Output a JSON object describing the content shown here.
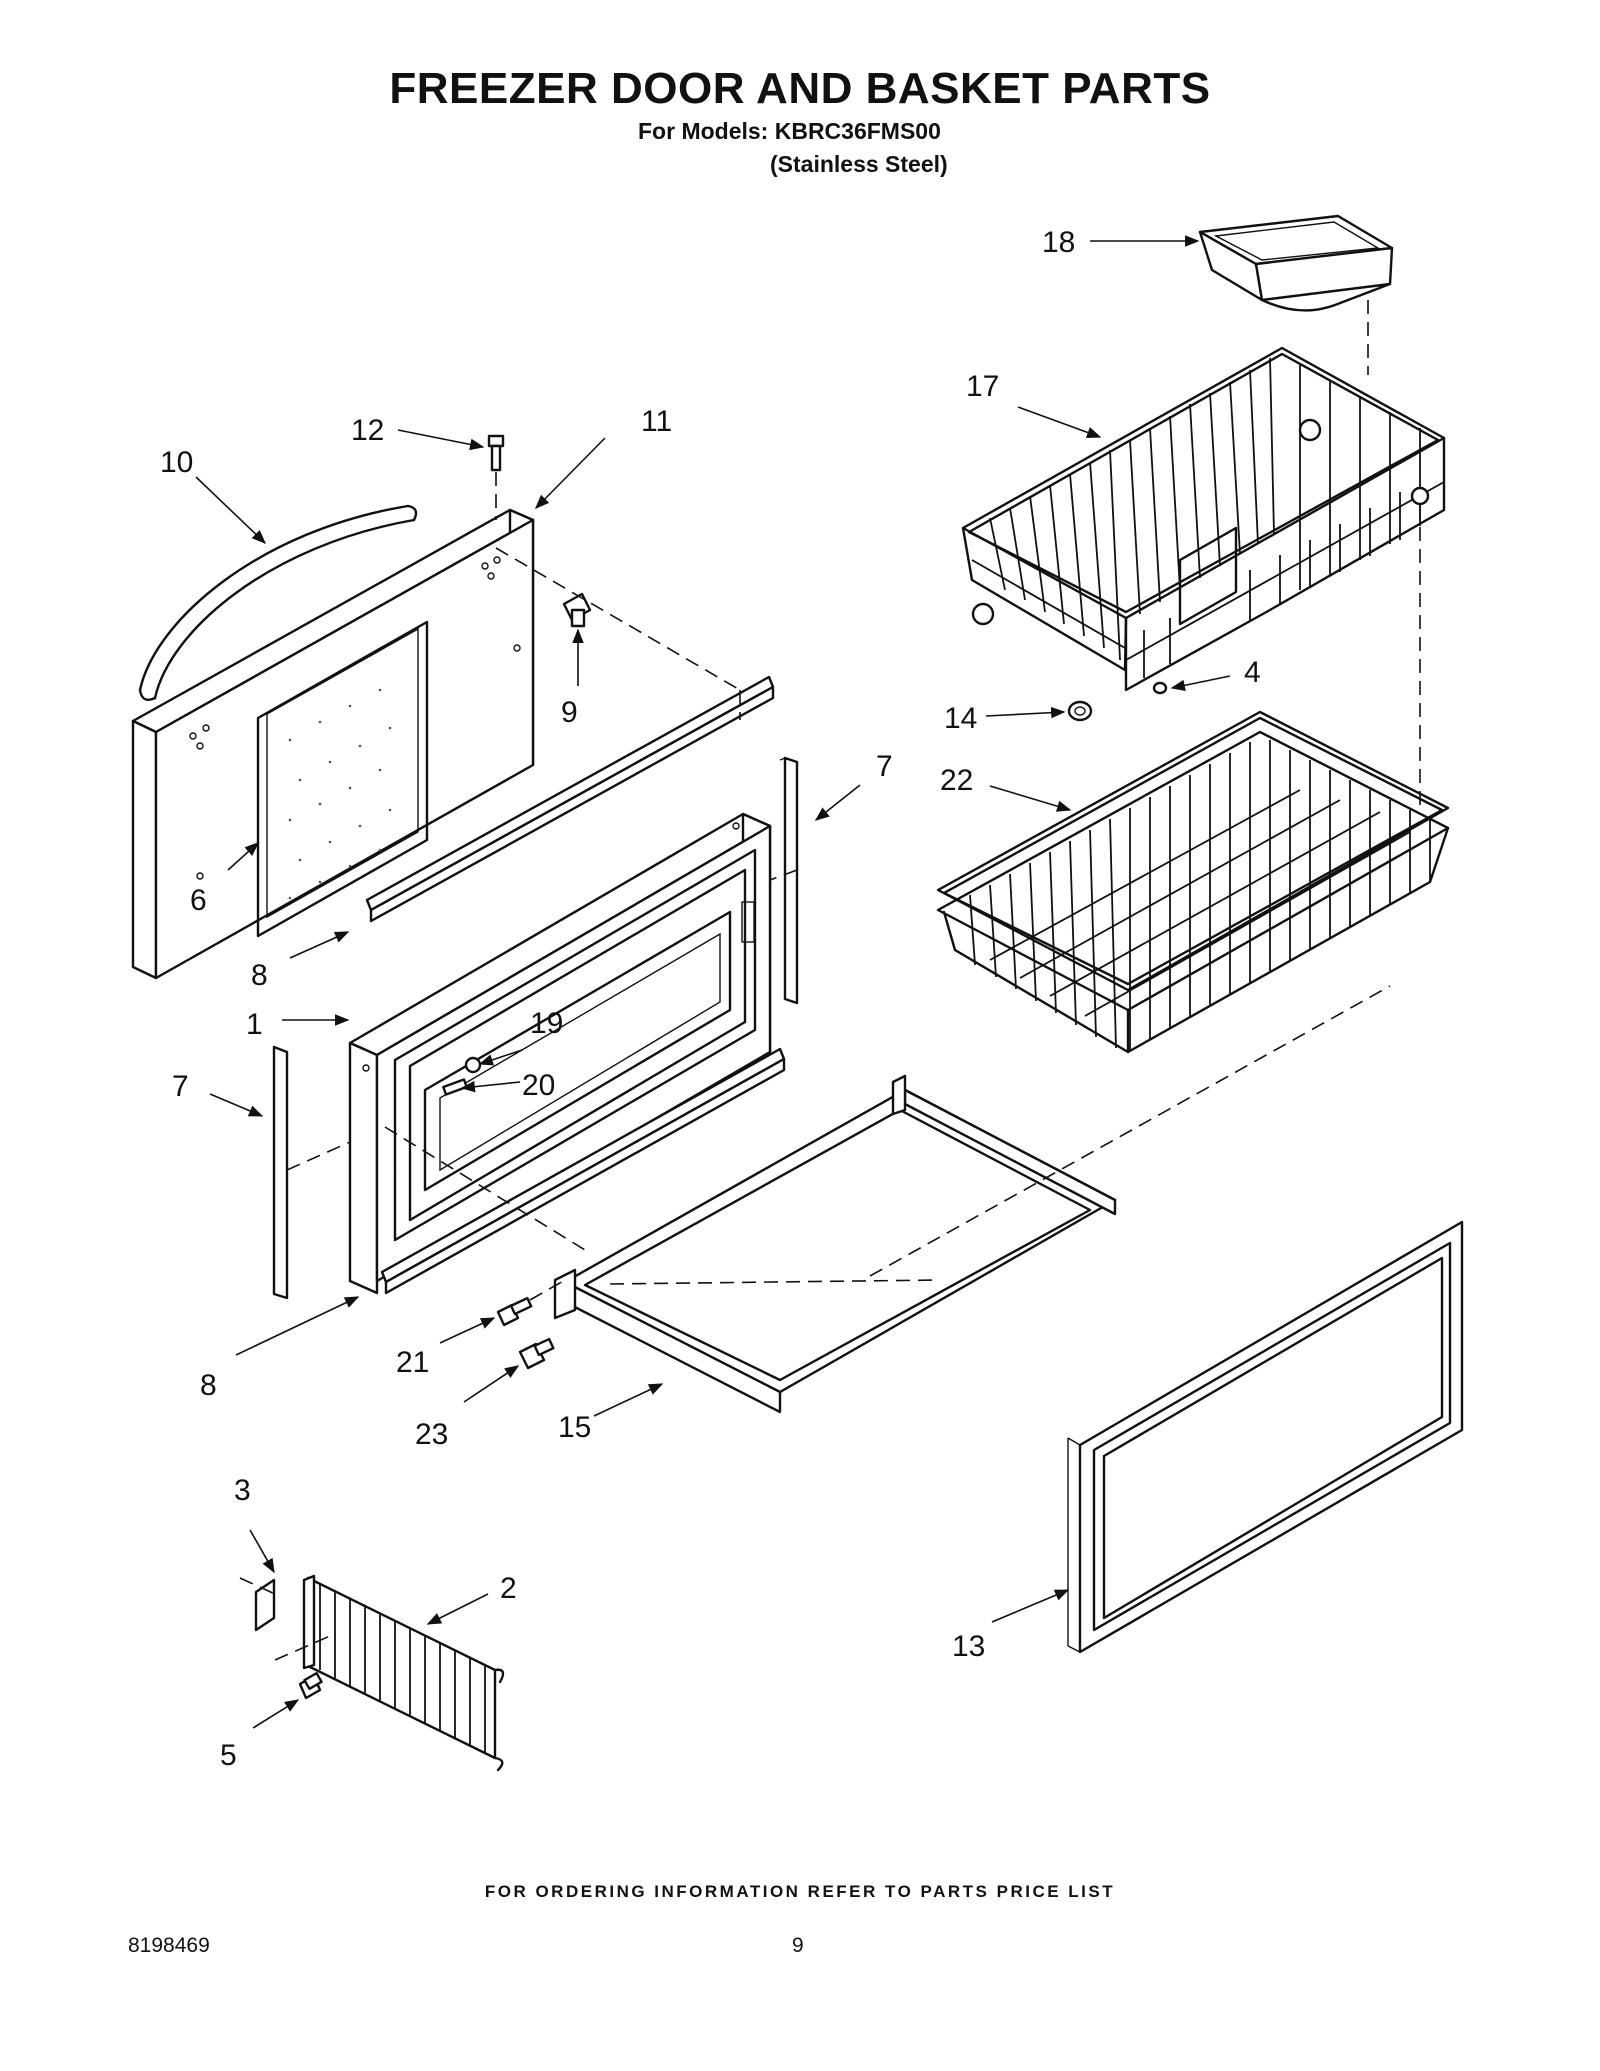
{
  "header": {
    "title": "FREEZER DOOR AND BASKET PARTS",
    "models_line": "For Models: KBRC36FMS00",
    "finish_line": "(Stainless Steel)"
  },
  "callouts": [
    "1",
    "2",
    "3",
    "4",
    "5",
    "6",
    "7",
    "7",
    "8",
    "8",
    "9",
    "10",
    "11",
    "12",
    "13",
    "14",
    "15",
    "17",
    "18",
    "19",
    "20",
    "21",
    "22",
    "23"
  ],
  "footer": {
    "ordering_note": "FOR ORDERING INFORMATION REFER TO PARTS PRICE LIST",
    "doc_number": "8198469",
    "page_number": "9"
  }
}
